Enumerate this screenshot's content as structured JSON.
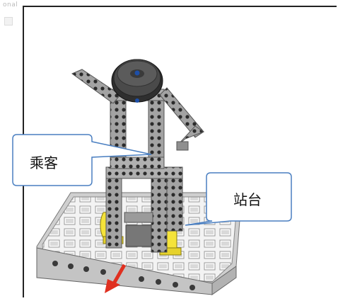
{
  "watermark": "onal",
  "callouts": {
    "passenger": {
      "label": "乘客"
    },
    "platform": {
      "label": "站台"
    }
  },
  "colors": {
    "callout_border": "#4a7fc1",
    "frame": "#222222",
    "arrow": "#e03020",
    "yellow_part": "#f5e33a",
    "beam": "#9a9a9a",
    "beam_dark": "#6f6f6f",
    "base": "#e9e9e9",
    "wheel": "#333333",
    "axle": "#1d4fa8"
  },
  "icons": {
    "direction_arrow": "red-down-left-arrow",
    "top_wheel": "gear-wheel",
    "base_plate": "perforated-base-plate"
  }
}
